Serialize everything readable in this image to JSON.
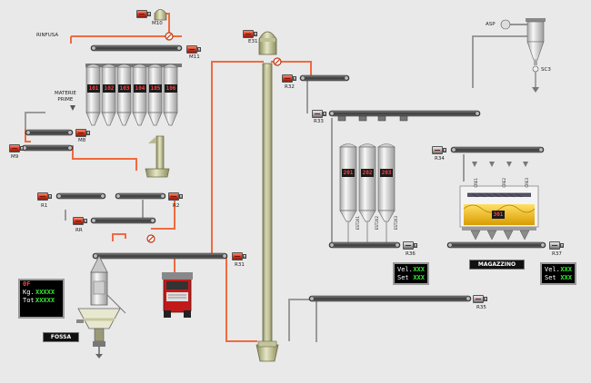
{
  "labels": {
    "m10": "M10",
    "m11": "M11",
    "rinfusa": "RINFUSA",
    "e31": "E31",
    "r32": "R32",
    "r33": "R33",
    "materie_prime": "MATERIE\nPRIME",
    "m8": "M8",
    "m9": "M9",
    "r1": "R1",
    "r2": "R2",
    "rr": "RR",
    "r31": "R31",
    "r34": "R34",
    "r35": "R35",
    "r36": "R36",
    "r37": "R37",
    "asp": "ASP",
    "sc3": "SC3",
    "fossa": "FOSSA",
    "magazzino": "MAGAZZINO"
  },
  "silos_left": [
    "101",
    "102",
    "103",
    "104",
    "105",
    "106"
  ],
  "silos_mid": [
    "201",
    "202",
    "203"
  ],
  "silos_mid_vlabels": [
    "EST201",
    "EST202",
    "EST203"
  ],
  "magazzino_led": "301",
  "magazzino_vlabels": [
    "CRE1",
    "CRE2",
    "CRE3"
  ],
  "fossa_panel": {
    "top": "0F",
    "rows": [
      {
        "key": "Kg.",
        "value": "XXXXX"
      },
      {
        "key": "Tot.",
        "value": "XXXXX"
      }
    ]
  },
  "panel_r36": {
    "rows": [
      {
        "key": "Vel.",
        "value": "XXX"
      },
      {
        "key": "Set",
        "value": "XXX"
      }
    ]
  },
  "panel_r37": {
    "rows": [
      {
        "key": "Vel.",
        "value": "XXX"
      },
      {
        "key": "Set",
        "value": "XXX"
      }
    ]
  },
  "colors": {
    "line_active": "#f06a40",
    "line_idle": "#9a9a9a",
    "background": "#e9e9e9",
    "conveyor": "#505050",
    "silo": "#d8d8d8",
    "led_text": "#ff4040",
    "panel_value": "#33ee33"
  }
}
